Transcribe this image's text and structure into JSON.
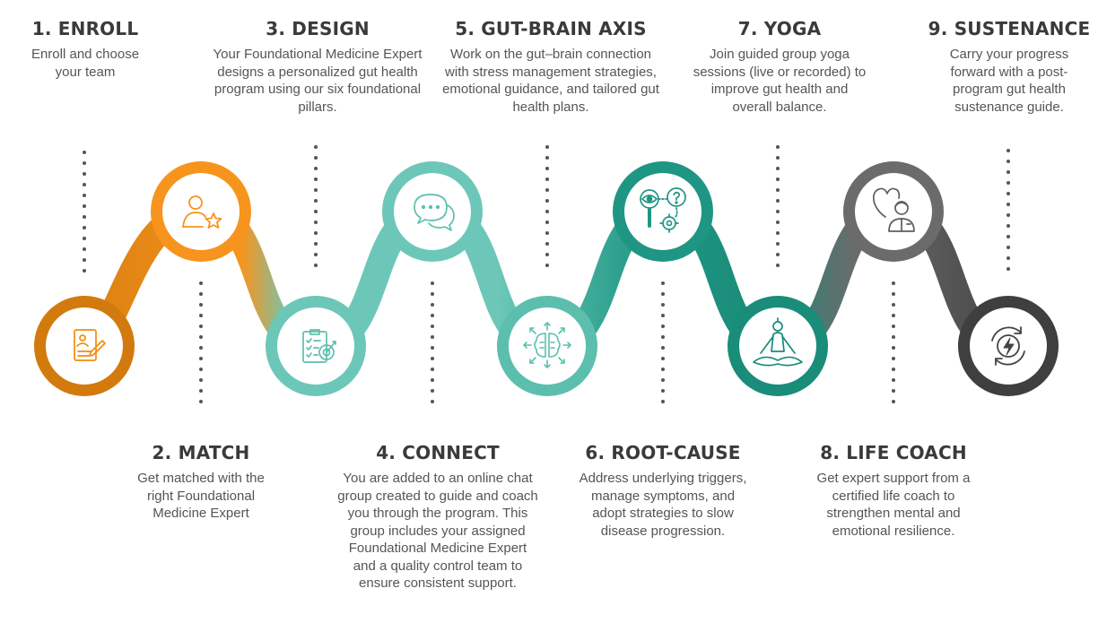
{
  "steps": [
    {
      "title": "1. ENROLL",
      "description": "Enroll and choose your team",
      "icon": "clipboard-user-icon",
      "color": "#f28c0f"
    },
    {
      "title": "2. MATCH",
      "description": "Get matched with the right Foundational Medicine Expert",
      "icon": "user-star-icon",
      "color": "#f7941d"
    },
    {
      "title": "3. DESIGN",
      "description": "Your Foundational Medicine Expert designs a personalized gut health program using our six foundational pillars.",
      "icon": "checklist-target-icon",
      "color": "#6cc7b8"
    },
    {
      "title": "4. CONNECT",
      "description": "You are added to an online chat group created to guide and coach you through the program. This group includes your assigned Foundational Medicine Expert and a quality control team to ensure consistent support.",
      "icon": "chat-bubbles-icon",
      "color": "#6cc7b8"
    },
    {
      "title": "5. GUT-BRAIN AXIS",
      "description": "Work on the gut–brain connection with stress management strategies, emotional guidance, and tailored gut health plans.",
      "icon": "brain-arrows-icon",
      "color": "#5cbfae"
    },
    {
      "title": "6. ROOT-CAUSE",
      "description": "Address underlying triggers, manage symptoms, and adopt strategies to slow disease progression.",
      "icon": "eye-question-gear-icon",
      "color": "#1f9683"
    },
    {
      "title": "7. YOGA",
      "description": "Join guided group yoga sessions (live or recorded) to improve gut health and overall balance.",
      "icon": "yoga-pose-icon",
      "color": "#1a8c7a"
    },
    {
      "title": "8. LIFE COACH",
      "description": "Get expert support from a certified life coach to strengthen mental and emotional resilience.",
      "icon": "heart-coach-icon",
      "color": "#6b6b6b"
    },
    {
      "title": "9. SUSTENANCE",
      "description": "Carry your progress forward with a post-program gut health sustenance guide.",
      "icon": "cycle-bolt-icon",
      "color": "#424242"
    }
  ]
}
